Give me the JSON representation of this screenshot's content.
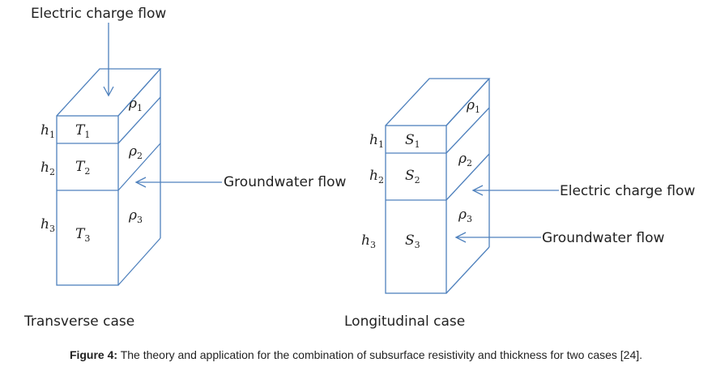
{
  "transverse": {
    "top_label": "Electric charge flow",
    "side_label": "Groundwater flow",
    "case_label": "Transverse case",
    "layers": [
      {
        "h": "h",
        "h_sub": "1",
        "cell": "T",
        "cell_sub": "1",
        "rho": "ρ",
        "rho_sub": "1"
      },
      {
        "h": "h",
        "h_sub": "2",
        "cell": "T",
        "cell_sub": "2",
        "rho": "ρ",
        "rho_sub": "2"
      },
      {
        "h": "h",
        "h_sub": "3",
        "cell": "T",
        "cell_sub": "3",
        "rho": "ρ",
        "rho_sub": "3"
      }
    ]
  },
  "longitudinal": {
    "upper_label": "Electric charge flow",
    "lower_label": "Groundwater flow",
    "case_label": "Longitudinal case",
    "layers": [
      {
        "h": "h",
        "h_sub": "1",
        "cell": "S",
        "cell_sub": "1",
        "rho": "ρ",
        "rho_sub": "1"
      },
      {
        "h": "h",
        "h_sub": "2",
        "cell": "S",
        "cell_sub": "2",
        "rho": "ρ",
        "rho_sub": "2"
      },
      {
        "h": "h",
        "h_sub": "3",
        "cell": "S",
        "cell_sub": "3",
        "rho": "ρ",
        "rho_sub": "3"
      }
    ]
  },
  "caption": {
    "label": "Figure 4:",
    "text": " The theory and application for the combination of subsurface resistivity and thickness for two cases [24]."
  },
  "colors": {
    "line": "#4f81bd",
    "text": "#222222"
  }
}
